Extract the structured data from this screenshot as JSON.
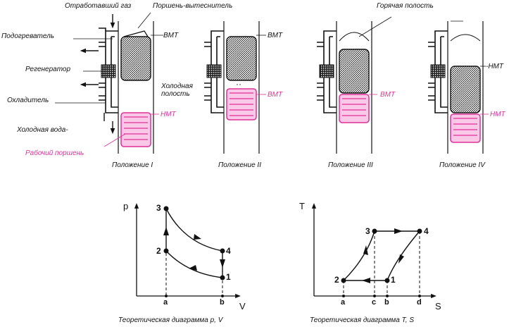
{
  "engine": {
    "exhaust_gas": "Отработавший газ",
    "displacer": "Поршень-вытеснитель",
    "hot_cavity": "Горячая полость",
    "heater": "Подогреватель",
    "regenerator": "Регенератор",
    "cooler": "Охладитель",
    "cold_water": "Холодная вода-",
    "working_piston": "Рабочий поршень",
    "cold_cavity": "Холодная полость",
    "tdc": "ВМТ",
    "bdc": "НМТ",
    "bdc_iv": "-НМТ",
    "positions": [
      "Положение I",
      "Положение II",
      "Положение III",
      "Положение IV"
    ],
    "colors": {
      "piston": "#e0309a",
      "ink": "#111111"
    }
  },
  "pv_diagram": {
    "y_axis": "p",
    "x_axis": "V",
    "points": [
      "1",
      "2",
      "3",
      "4"
    ],
    "ticks": [
      "a",
      "b"
    ],
    "caption": "Теоретическая диаграмма p, V"
  },
  "ts_diagram": {
    "y_axis": "T",
    "x_axis": "S",
    "points": [
      "1",
      "2",
      "3",
      "4"
    ],
    "ticks": [
      "a",
      "c",
      "b",
      "d"
    ],
    "caption": "Теоретическая диаграмма T, S"
  }
}
